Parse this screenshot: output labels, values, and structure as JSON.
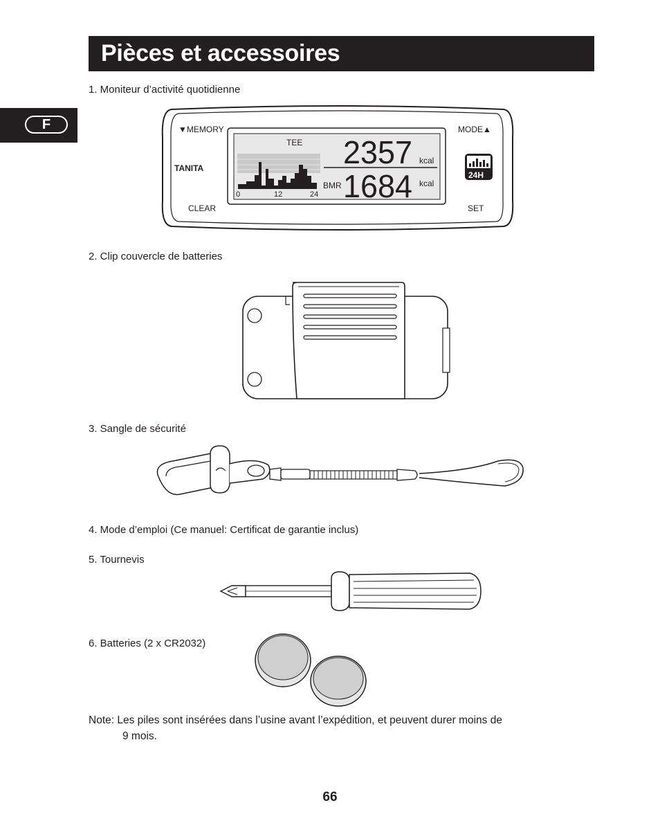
{
  "header": {
    "title": "Pièces et accessoires"
  },
  "lang_tab": {
    "label": "F"
  },
  "items": [
    {
      "label": "1. Moniteur d’activité quotidienne"
    },
    {
      "label": "2. Clip couvercle de batteries"
    },
    {
      "label": "3. Sangle de sécurité"
    },
    {
      "label": "4. Mode d’emploi (Ce manuel: Certificat de garantie inclus)"
    },
    {
      "label": "5. Tournevis"
    },
    {
      "label": "6. Batteries (2 x CR2032)"
    }
  ],
  "monitor": {
    "memory_label": "▼MEMORY",
    "mode_label": "MODE▲",
    "brand": "TANITA",
    "clear_label": "CLEAR",
    "set_label": "SET",
    "tee_label": "TEE",
    "bmr_label": "BMR",
    "tee_value": "2357",
    "bmr_value": "1684",
    "unit_top": "kcal",
    "unit_bottom": "kcal",
    "axis_ticks": [
      "0",
      "12",
      "24"
    ],
    "badge_label": "24H"
  },
  "note": {
    "line1": "Note: Les piles sont insérées dans l’usine avant l’expédition, et peuvent durer moins de",
    "line2": "9 mois."
  },
  "page_number": "66"
}
